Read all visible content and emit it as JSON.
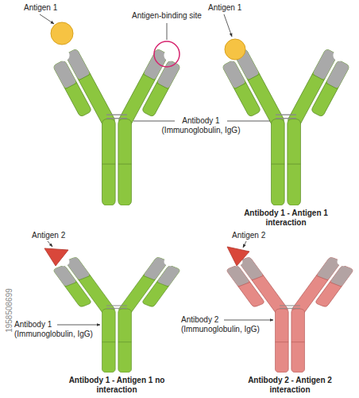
{
  "diagram": {
    "labels": [
      "Antigen 1",
      "Antigen-binding site",
      "Antigen 1",
      "Antibody 1 (Immunoglobulin, IgG)",
      "Antibody 1 - Antigen 1 interaction",
      "Antigen 2",
      "Antibody 1 (Immunoglobulin, IgG)",
      "Antibody 1 - Antigen 1 no interaction",
      "Antigen 2",
      "Antibody 2 (Immunoglobulin, IgG)",
      "Antibody 2 - Antigen 2 interaction",
      "1958508699"
    ]
  }
}
